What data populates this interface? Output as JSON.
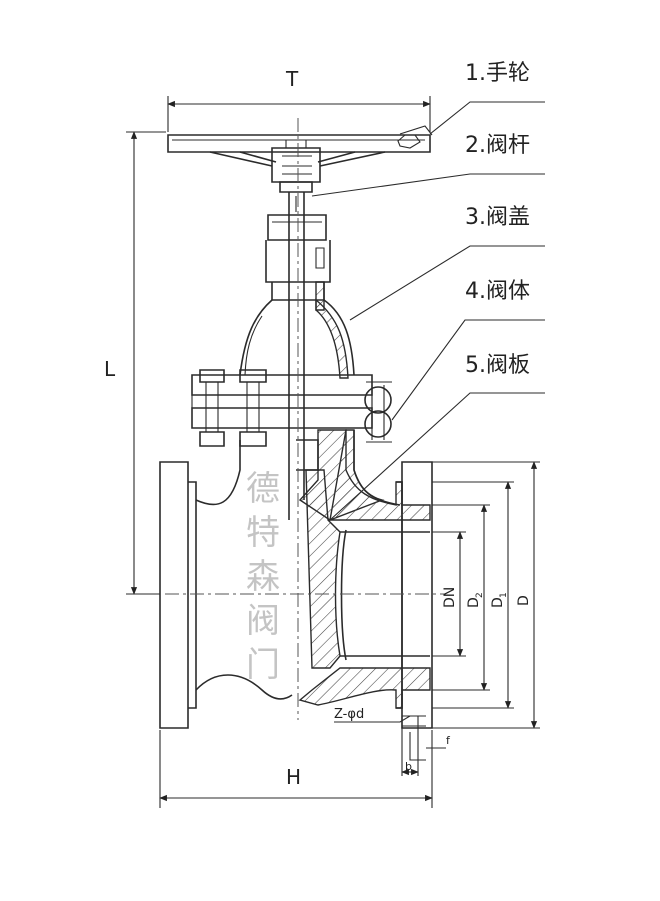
{
  "parts": [
    {
      "label": "1.手轮"
    },
    {
      "label": "2.阀杆"
    },
    {
      "label": "3.阀盖"
    },
    {
      "label": "4.阀体"
    },
    {
      "label": "5.阀板"
    }
  ],
  "dimensions": {
    "T": "T",
    "L": "L",
    "H": "H",
    "DN": "DN",
    "D2": "D",
    "D2_sub": "2",
    "D1": "D",
    "D1_sub": "1",
    "D": "D",
    "Zd": "Z-φd",
    "b": "b",
    "f": "f"
  },
  "watermark": [
    "德",
    "特",
    "森",
    "阀",
    "门"
  ]
}
